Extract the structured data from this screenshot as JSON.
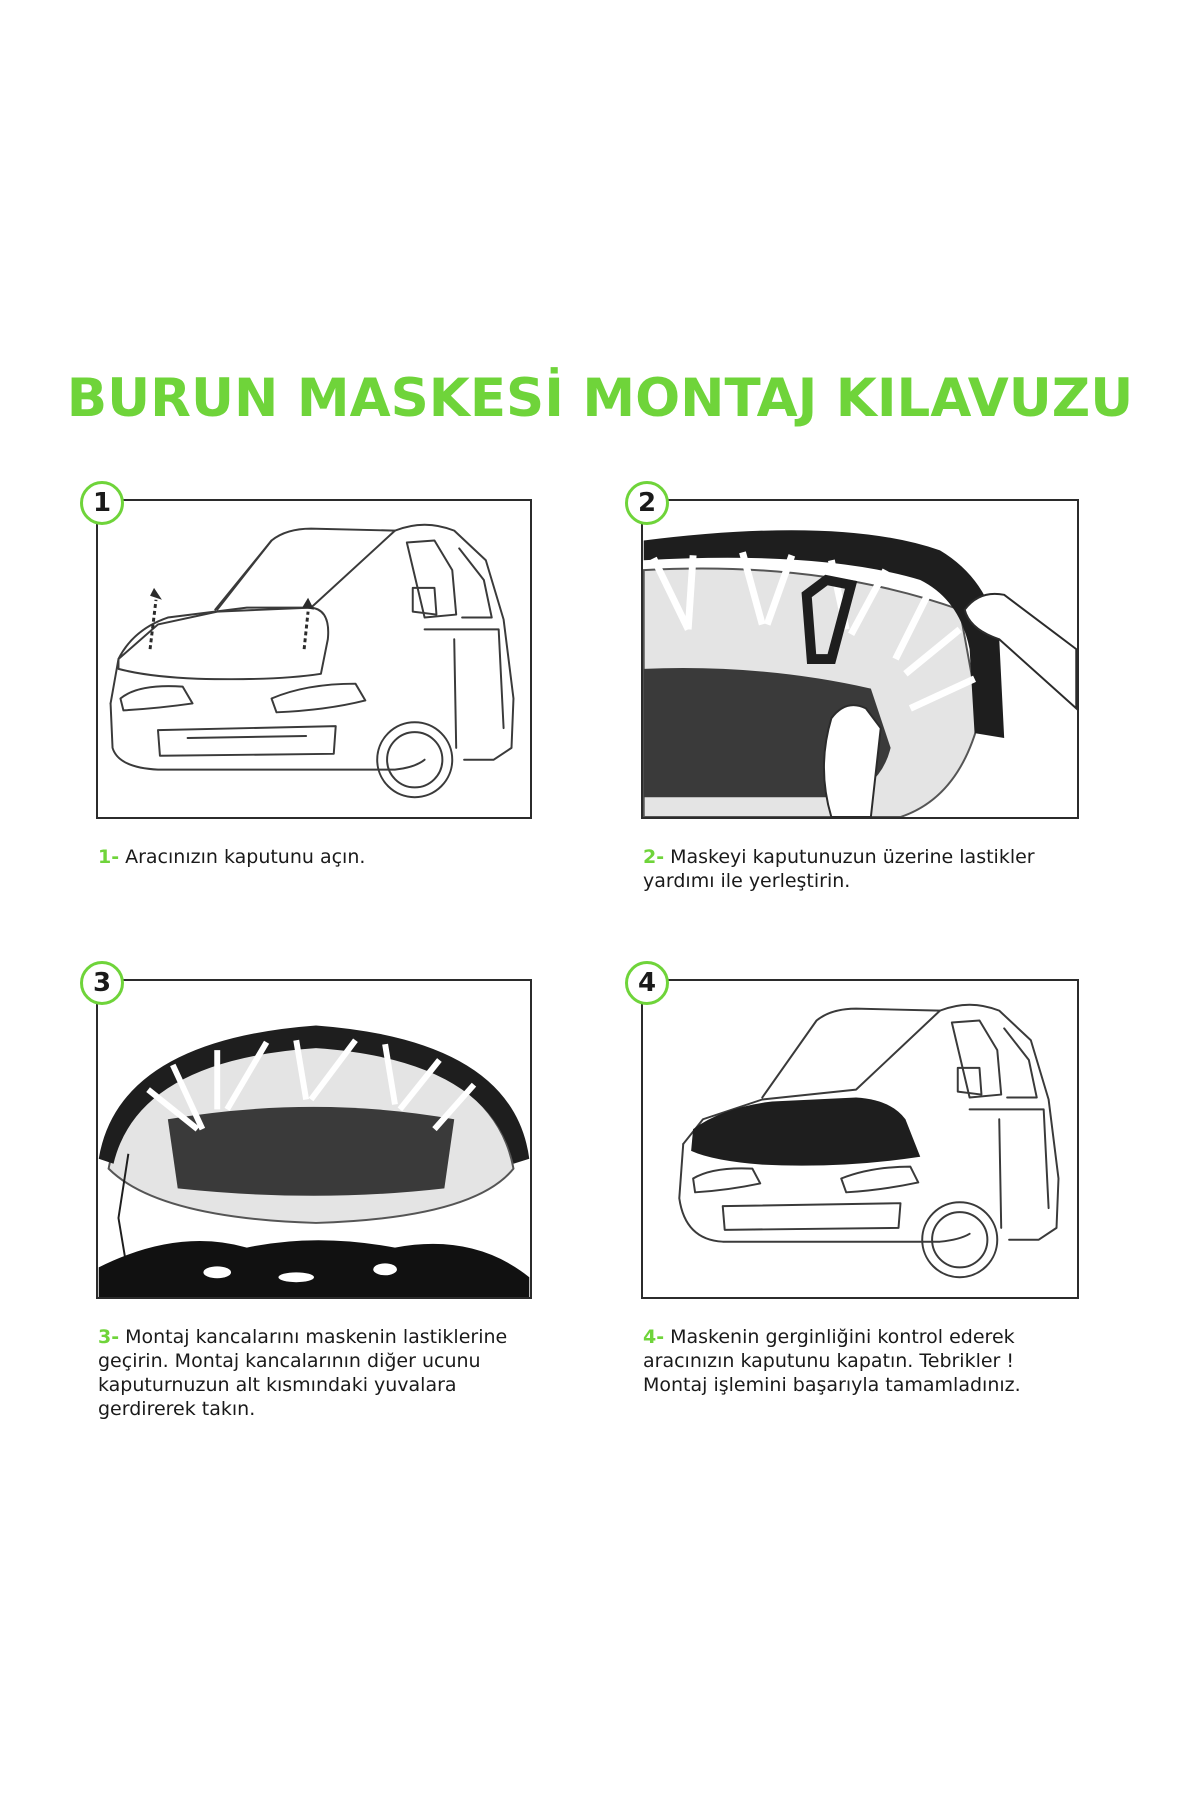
{
  "title": "BURUN MASKESİ MONTAJ KILAVUZU",
  "colors": {
    "accent": "#6fd43a",
    "text": "#1a1a1a",
    "line": "#2b2b2b",
    "mask": "#1e1e1e"
  },
  "steps": [
    {
      "number": "1",
      "prefix": "1-",
      "lines": [
        "Aracınızın kaputunu açın."
      ],
      "icon": "open-hood-illustration"
    },
    {
      "number": "2",
      "prefix": "2-",
      "lines": [
        "Maskeyi kaputunuzun üzerine lastikler",
        "yardımı ile yerleştirin."
      ],
      "icon": "mask-stretch-illustration"
    },
    {
      "number": "3",
      "prefix": "3-",
      "lines": [
        "Montaj kancalarını maskenin lastiklerine",
        "geçirin. Montaj kancalarının diğer ucunu",
        "kaputurnuzun alt  kısmındaki yuvalara",
        "gerdirerek takın."
      ],
      "icon": "hooks-illustration"
    },
    {
      "number": "4",
      "prefix": "4-",
      "lines": [
        "Maskenin gerginliğini kontrol ederek",
        "aracınızın kaputunu kapatın. Tebrikler !",
        "Montaj işlemini başarıyla tamamladınız."
      ],
      "icon": "finished-car-illustration"
    }
  ]
}
